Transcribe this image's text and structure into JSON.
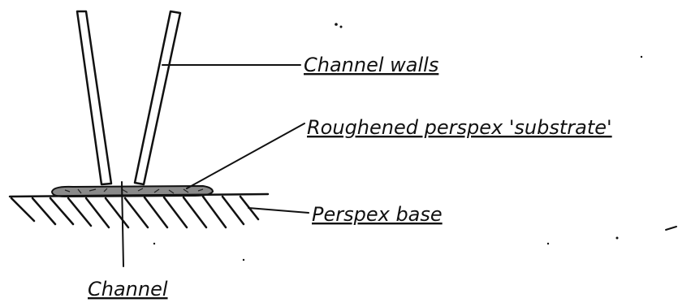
{
  "labels": {
    "channel_walls": "Channel walls",
    "substrate": "Roughened perspex 'substrate'",
    "base": "Perspex base",
    "channel": "Channel"
  },
  "colors": {
    "ink": "#111111",
    "substrate_fill": "#7a7a7a"
  }
}
